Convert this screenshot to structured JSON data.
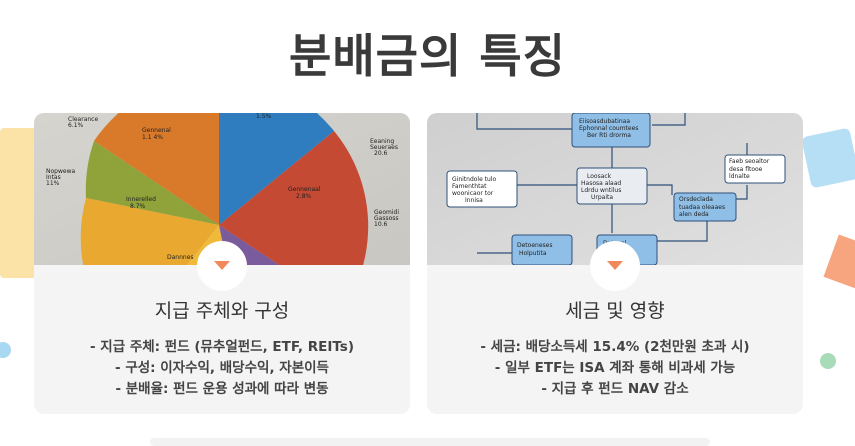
{
  "page": {
    "title": "분배금의 특징"
  },
  "cards": [
    {
      "title": "지급 주체와 구성",
      "items": [
        "- 지급 주체: 펀드 (뮤추얼펀드, ETF, REITs)",
        "- 구성: 이자수익, 배당수익, 자본이득",
        "- 분배율: 펀드 운용 성과에 따라 변동"
      ]
    },
    {
      "title": "세금 및 영향",
      "items": [
        "- 세금: 배당소득세 15.4% (2천만원 초과 시)",
        "- 일부 ETF는 ISA 계좌 통해 비과세 가능",
        "- 지급 후 펀드 NAV 감소"
      ]
    }
  ],
  "colors": {
    "accent": "#f0895c",
    "panel": "#f4f4f4",
    "title": "#3a3a3a"
  }
}
